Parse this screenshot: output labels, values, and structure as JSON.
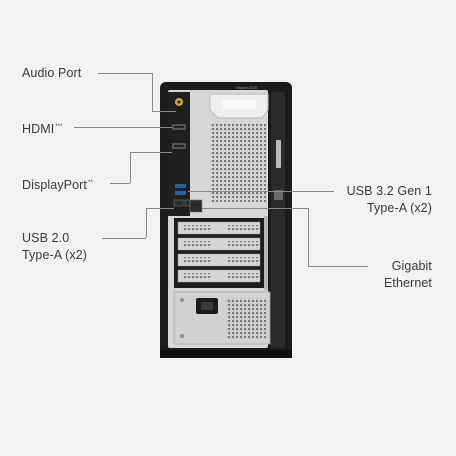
{
  "labels": {
    "audio_port": "Audio Port",
    "hdmi": "HDMI",
    "hdmi_sup": "***",
    "displayport": "DisplayPort",
    "displayport_sup": "**",
    "usb2_line1": "USB 2.0",
    "usb2_line2": "Type-A (x2)",
    "usb32_line1": "USB 3.2 Gen 1",
    "usb32_line2": "Type-A (x2)",
    "ethernet_line1": "Gigabit",
    "ethernet_line2": "Ethernet"
  },
  "device": {
    "model_text": "Inspiron 3030"
  },
  "colors": {
    "background": "#f2f2f2",
    "chassis": "#1b1b1b",
    "panel": "#d9d9d9",
    "text": "#3a3a3a",
    "leader_line": "#8a8a8a",
    "usb3_port": "#2a5d9c",
    "audio_port": "#c6b23a"
  }
}
